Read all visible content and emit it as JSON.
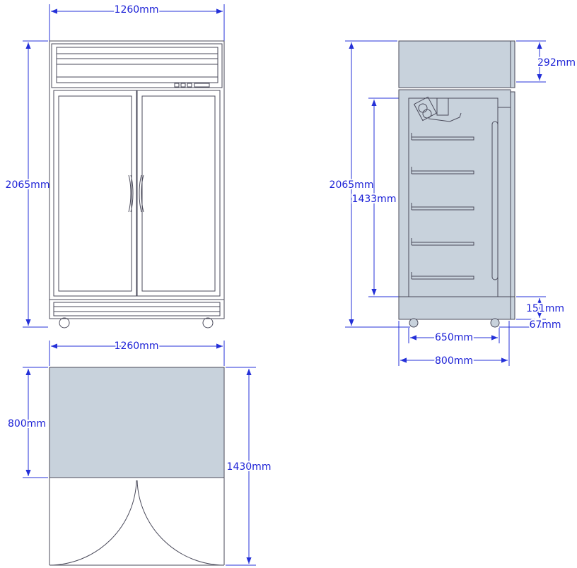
{
  "colors": {
    "dimension": "#2430d8",
    "outline": "#4a4a5a",
    "panel_fill": "#c8d2dc"
  },
  "front_view": {
    "width_label": "1260mm",
    "height_label": "2065mm"
  },
  "side_view": {
    "height_label": "2065mm",
    "inner_height_label": "1433mm",
    "top_label": "292mm",
    "base_label": "151mm",
    "wheel_label": "67mm",
    "inner_depth_label": "650mm",
    "depth_label": "800mm"
  },
  "plan_view": {
    "width_label": "1260mm",
    "depth_label": "800mm",
    "door_swing_label": "1430mm"
  }
}
